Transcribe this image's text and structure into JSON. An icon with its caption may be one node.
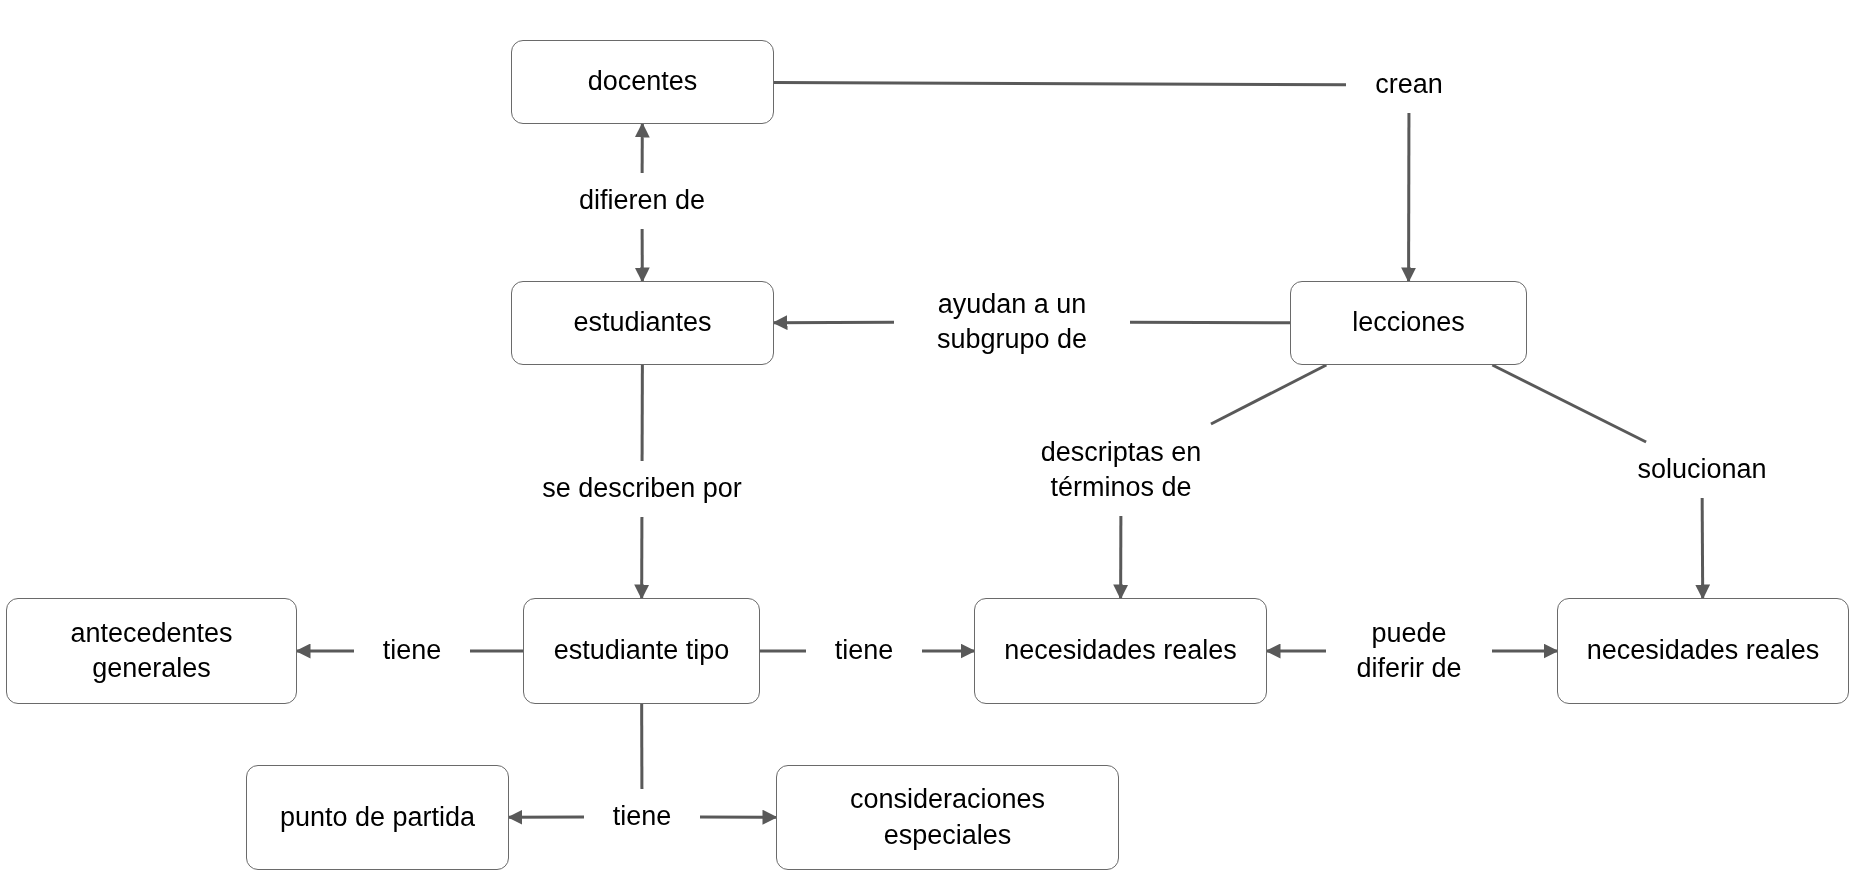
{
  "diagram": {
    "nodes": [
      {
        "text": [
          "docentes"
        ]
      },
      {
        "text": [
          "estudiantes"
        ]
      },
      {
        "text": [
          "lecciones"
        ]
      },
      {
        "text": [
          "estudiante tipo"
        ]
      },
      {
        "text": [
          "antecedentes generales"
        ]
      },
      {
        "text": [
          "necesidades reales"
        ]
      },
      {
        "text": [
          "necesidades reales"
        ]
      },
      {
        "text": [
          "punto de partida"
        ]
      },
      {
        "text": [
          "consideraciones especiales"
        ]
      },
      {
        "text": [
          "crean"
        ]
      },
      {
        "text": [
          "difieren de"
        ]
      },
      {
        "text": [
          "ayudan a un subgrupo de"
        ]
      },
      {
        "text": [
          "se describen por"
        ]
      },
      {
        "text": [
          "descriptas en términos de"
        ]
      },
      {
        "text": [
          "solucionan"
        ]
      },
      {
        "text": [
          "tiene"
        ]
      },
      {
        "text": [
          "tiene"
        ]
      },
      {
        "text": [
          "puede diferir de"
        ]
      },
      {
        "text": [
          "tiene"
        ]
      }
    ],
    "edges": [
      {
        "from": 0,
        "to": 9,
        "arrow": "none"
      },
      {
        "from": 9,
        "to": 2,
        "arrow": "to"
      },
      {
        "from": 10,
        "to": 0,
        "arrow": "to"
      },
      {
        "from": 10,
        "to": 1,
        "arrow": "to"
      },
      {
        "from": 2,
        "to": 11,
        "arrow": "none"
      },
      {
        "from": 11,
        "to": 1,
        "arrow": "to"
      },
      {
        "from": 1,
        "to": 12,
        "arrow": "none"
      },
      {
        "from": 12,
        "to": 3,
        "arrow": "to"
      },
      {
        "from": 2,
        "to": 13,
        "arrow": "none"
      },
      {
        "from": 13,
        "to": 5,
        "arrow": "to"
      },
      {
        "from": 2,
        "to": 14,
        "arrow": "none"
      },
      {
        "from": 14,
        "to": 6,
        "arrow": "to"
      },
      {
        "from": 3,
        "to": 15,
        "arrow": "none"
      },
      {
        "from": 15,
        "to": 4,
        "arrow": "to"
      },
      {
        "from": 3,
        "to": 16,
        "arrow": "none"
      },
      {
        "from": 16,
        "to": 5,
        "arrow": "to"
      },
      {
        "from": 17,
        "to": 5,
        "arrow": "to"
      },
      {
        "from": 17,
        "to": 6,
        "arrow": "to"
      },
      {
        "from": 3,
        "to": 18,
        "arrow": "none"
      },
      {
        "from": 18,
        "to": 7,
        "arrow": "to"
      },
      {
        "from": 18,
        "to": 8,
        "arrow": "to"
      }
    ]
  }
}
